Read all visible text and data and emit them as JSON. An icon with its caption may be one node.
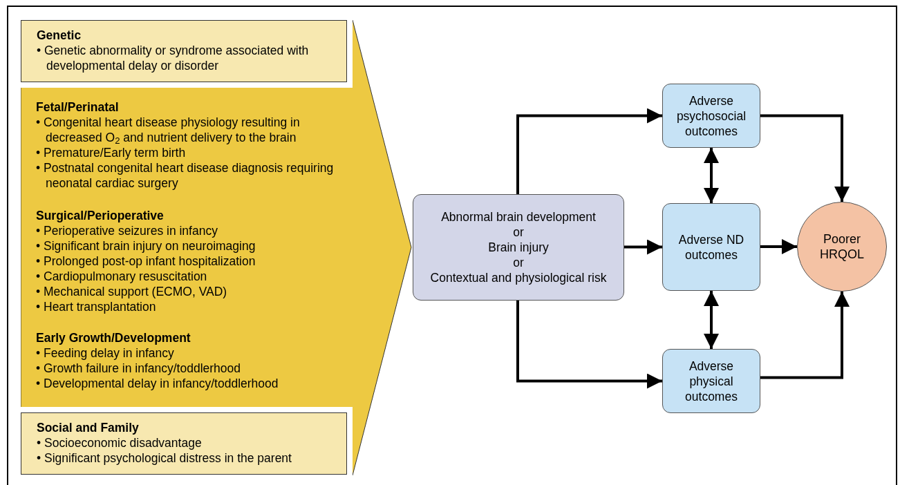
{
  "diagram": {
    "nodes": [
      {
        "text": [],
        "shape": "chevron"
      },
      {
        "text": [
          "Genetic",
          "• Genetic abnormality or syndrome associated with developmental delay or disorder"
        ],
        "in": 0
      },
      {
        "text": [
          "Fetal/Perinatal",
          "• Congenital heart disease physiology resulting in decreased O$_{2}$ and nutrient delivery to the brain",
          "• Premature/Early term birth",
          "• Postnatal congenital heart disease diagnosis requiring neonatal cardiac surgery"
        ],
        "in": 0
      },
      {
        "text": [
          "Surgical/Perioperative",
          "• Perioperative seizures in infancy",
          "• Significant brain injury on neuroimaging",
          "• Prolonged post-op infant hospitalization",
          "• Cardiopulmonary resuscitation",
          "• Mechanical support (ECMO, VAD)",
          "• Heart transplantation"
        ],
        "in": 0
      },
      {
        "text": [
          "Early Growth/Development",
          "• Feeding delay in infancy",
          "• Growth failure in infancy/toddlerhood",
          "• Developmental delay in infancy/toddlerhood"
        ],
        "in": 0
      },
      {
        "text": [
          "Social and Family",
          "• Socioeconomic disadvantage",
          "• Significant psychological distress in the parent"
        ],
        "in": 0
      },
      {
        "text": [
          "Abnormal brain development",
          "or",
          "Brain injury",
          "or",
          "Contextual and physiological risk"
        ]
      },
      {
        "text": [
          "Adverse psychosocial outcomes"
        ]
      },
      {
        "text": [
          "Adverse ND outcomes"
        ]
      },
      {
        "text": [
          "Adverse physical outcomes"
        ]
      },
      {
        "text": [
          "Poorer HRQOL"
        ]
      }
    ],
    "edges": [
      {
        "from": 6,
        "to": 7,
        "arrow": "to"
      },
      {
        "from": 6,
        "to": 8,
        "arrow": "to"
      },
      {
        "from": 6,
        "to": 9,
        "arrow": "to"
      },
      {
        "from": 7,
        "to": 8,
        "arrow": "both"
      },
      {
        "from": 8,
        "to": 9,
        "arrow": "both"
      },
      {
        "from": 7,
        "to": 10,
        "arrow": "to"
      },
      {
        "from": 8,
        "to": 10,
        "arrow": "to"
      },
      {
        "from": 9,
        "to": 10,
        "arrow": "to"
      }
    ]
  }
}
